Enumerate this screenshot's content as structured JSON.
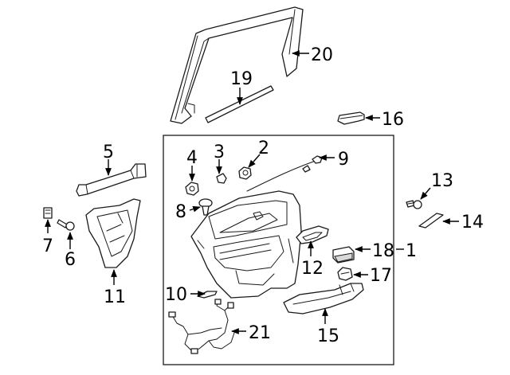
{
  "callouts": {
    "c1": "1",
    "c2": "2",
    "c3": "3",
    "c4": "4",
    "c5": "5",
    "c6": "6",
    "c7": "7",
    "c8": "8",
    "c9": "9",
    "c10": "10",
    "c11": "11",
    "c12": "12",
    "c13": "13",
    "c14": "14",
    "c15": "15",
    "c16": "16",
    "c17": "17",
    "c18": "18",
    "c19": "19",
    "c20": "20",
    "c21": "21"
  },
  "colors": {
    "line": "#1a1a1a",
    "background": "#ffffff",
    "shade": "#d9d9d9"
  }
}
